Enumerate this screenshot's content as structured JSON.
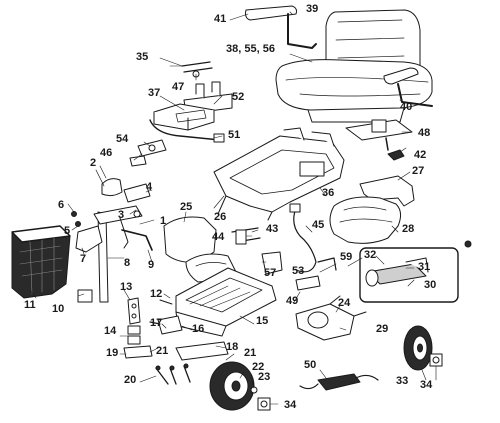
{
  "labels": {
    "l1": "1",
    "l2": "2",
    "l3": "3",
    "l4": "4",
    "l5": "5",
    "l6": "6",
    "l7": "7",
    "l8": "8",
    "l9": "9",
    "l10": "10",
    "l11": "11",
    "l12": "12",
    "l13": "13",
    "l14": "14",
    "l15": "15",
    "l16": "16",
    "l17": "17",
    "l18": "18",
    "l19": "19",
    "l20": "20",
    "l21a": "21",
    "l21b": "21",
    "l22": "22",
    "l23": "23",
    "l24": "24",
    "l25": "25",
    "l26": "26",
    "l27": "27",
    "l28": "28",
    "l29": "29",
    "l30": "30",
    "l31": "31",
    "l32": "32",
    "l33": "33",
    "l34a": "34",
    "l34b": "34",
    "l35": "35",
    "l36": "36",
    "l37": "37",
    "l38": "38, 55, 56",
    "l39": "39",
    "l40": "40",
    "l41": "41",
    "l42": "42",
    "l43": "43",
    "l44": "44",
    "l45": "45",
    "l46": "46",
    "l47": "47",
    "l48": "48",
    "l49": "49",
    "l50": "50",
    "l51": "51",
    "l52": "52",
    "l53": "53",
    "l54": "54",
    "l57": "57",
    "l59": "59"
  },
  "colors": {
    "line": "#1a1a1a",
    "fill": "#ffffff",
    "shade": "#cfcfcf",
    "dark": "#2a2a2a"
  }
}
